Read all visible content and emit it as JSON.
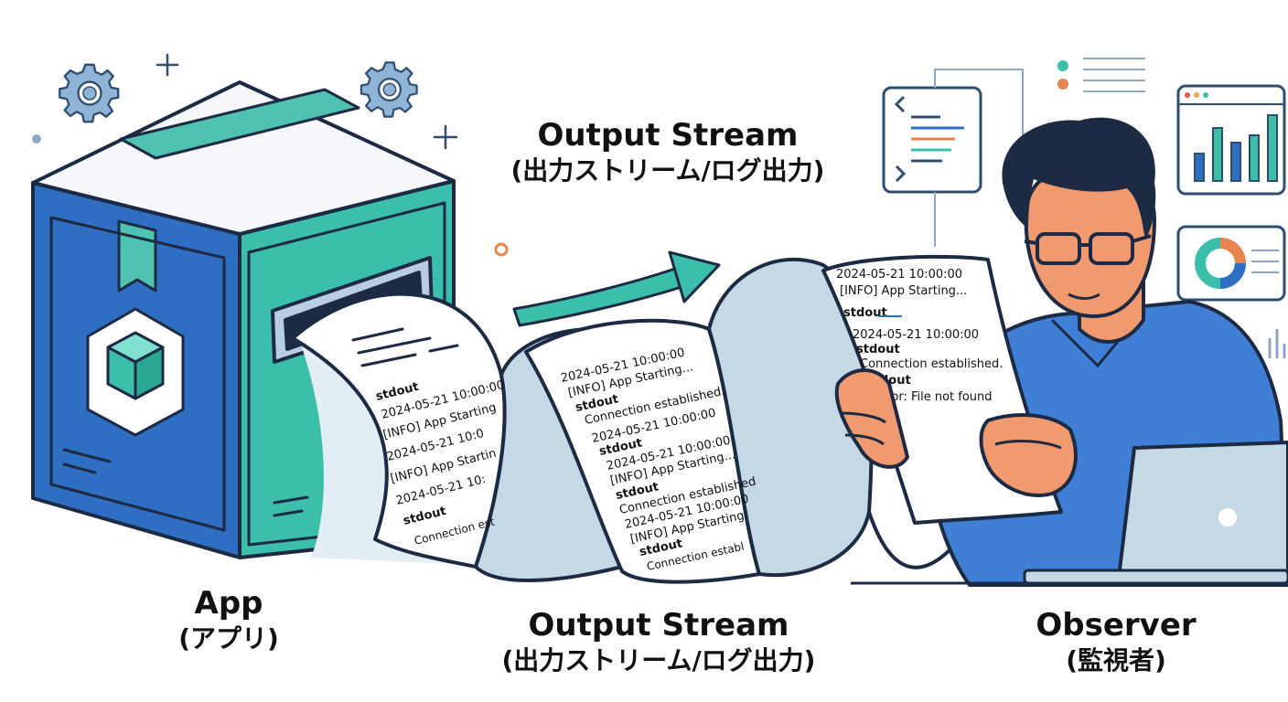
{
  "captions": {
    "top_en": "Output Stream",
    "top_ja": "(出力ストリーム/ログ出力)",
    "app_en": "App",
    "app_ja": "(アプリ)",
    "stream_en": "Output Stream",
    "stream_ja": "(出力ストリーム/ログ出力)",
    "observer_en": "Observer",
    "observer_ja": "(監視者)"
  },
  "paper_left": [
    "stdout",
    "2024-05-21 10:00:00",
    "[INFO] App Starting",
    "2024-05-21 10:0",
    "[INFO] App Startin",
    "2024-05-21 10:",
    "stdout",
    "Connection est"
  ],
  "paper_middle": [
    "2024-05-21 10:00:00",
    "[INFO] App Starting...",
    "stdout",
    "Connection established.",
    "2024-05-21 10:00:00",
    "stdout",
    "2024-05-21 10:00:00",
    "[INFO] App Starting...",
    "stdout",
    "Connection established",
    "2024-05-21 10:00:00",
    "[INFO] App Starting",
    "stdout",
    "Connection establ"
  ],
  "paper_held": [
    "2024-05-21 10:00:00",
    "[INFO] App Starting...",
    "stdout",
    "2024-05-21 10:00:00",
    "stdout",
    "Connection established.",
    "stdout",
    "Error: File not found"
  ],
  "colors": {
    "box_blue": "#2f6fc3",
    "box_teal": "#3cbfaa",
    "outline": "#1d2a44",
    "paper_shade": "#c5d8e6",
    "shirt": "#3f7fd6",
    "skin": "#f29a6f"
  },
  "icons": [
    "gear-icon",
    "gear-icon",
    "sparkle-icon",
    "code-window-icon",
    "bar-chart-window-icon",
    "donut-chart-window-icon"
  ]
}
